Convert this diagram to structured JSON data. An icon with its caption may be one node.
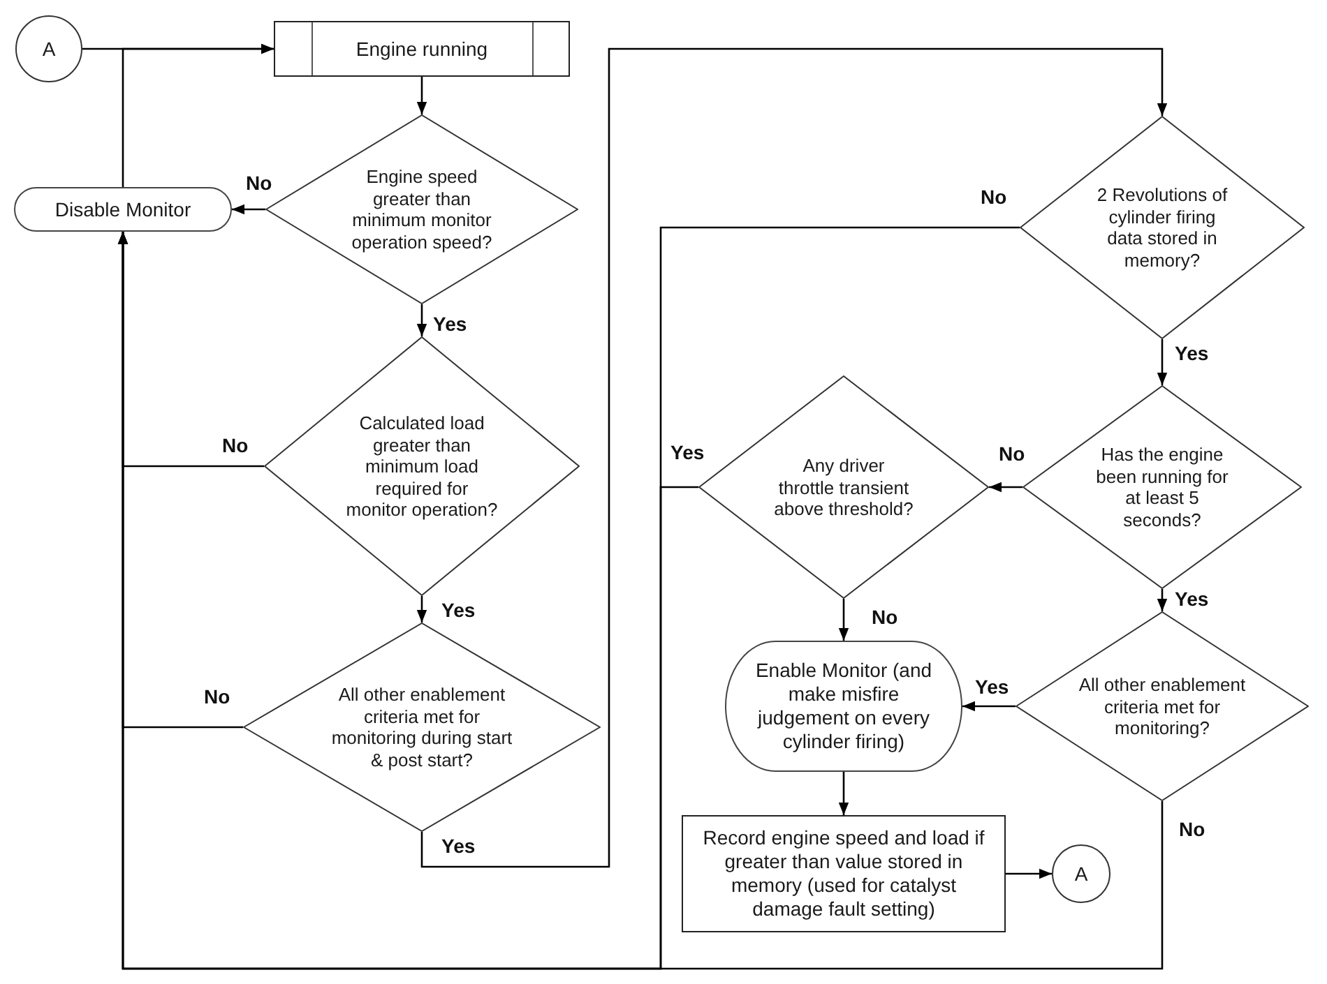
{
  "diagram": {
    "nodes": [
      {
        "text": [
          "A"
        ]
      },
      {
        "text": [
          "Engine running"
        ]
      },
      {
        "text": [
          "Engine speed greater than minimum monitor operation speed?"
        ]
      },
      {
        "text": [
          "Disable Monitor"
        ]
      },
      {
        "text": [
          "Calculated load greater than minimum load required for monitor operation?"
        ]
      },
      {
        "text": [
          "All other enablement criteria met for monitoring during start & post start?"
        ]
      },
      {
        "text": [
          "2 Revolutions of cylinder firing data stored in memory?"
        ]
      },
      {
        "text": [
          "Has the engine been running for at least 5 seconds?"
        ]
      },
      {
        "text": [
          "Any driver throttle transient above threshold?"
        ]
      },
      {
        "text": [
          "All other enablement criteria met for monitoring?"
        ]
      },
      {
        "text": [
          "Enable Monitor (and make misfire judgement on every cylinder firing)"
        ]
      },
      {
        "text": [
          "Record engine speed and load if greater than value stored in memory (used for catalyst damage fault setting)"
        ]
      },
      {
        "text": [
          "A"
        ]
      }
    ],
    "edges": [
      {
        "from": 0,
        "to": 1,
        "arrow": "to"
      },
      {
        "from": 3,
        "to": 1,
        "arrow": "to"
      },
      {
        "from": 1,
        "to": 2,
        "arrow": "to"
      },
      {
        "from": 2,
        "to": 3,
        "arrow": "to",
        "label": "No"
      },
      {
        "from": 2,
        "to": 4,
        "arrow": "to",
        "label": "Yes"
      },
      {
        "from": 4,
        "to": 3,
        "arrow": "to",
        "label": "No"
      },
      {
        "from": 4,
        "to": 5,
        "arrow": "to",
        "label": "Yes"
      },
      {
        "from": 5,
        "to": 3,
        "arrow": "to",
        "label": "No"
      },
      {
        "from": 5,
        "to": 6,
        "arrow": "to",
        "label": "Yes"
      },
      {
        "from": 6,
        "to": 3,
        "arrow": "to",
        "label": "No"
      },
      {
        "from": 6,
        "to": 7,
        "arrow": "to",
        "label": "Yes"
      },
      {
        "from": 7,
        "to": 8,
        "arrow": "to",
        "label": "No"
      },
      {
        "from": 8,
        "to": 3,
        "arrow": "to",
        "label": "Yes"
      },
      {
        "from": 8,
        "to": 10,
        "arrow": "to",
        "label": "No"
      },
      {
        "from": 7,
        "to": 9,
        "arrow": "to",
        "label": "Yes"
      },
      {
        "from": 9,
        "to": 10,
        "arrow": "to",
        "label": "Yes"
      },
      {
        "from": 9,
        "to": 3,
        "arrow": "to",
        "label": "No"
      },
      {
        "from": 10,
        "to": 11,
        "arrow": "to"
      },
      {
        "from": 11,
        "to": 12,
        "arrow": "to"
      }
    ]
  }
}
